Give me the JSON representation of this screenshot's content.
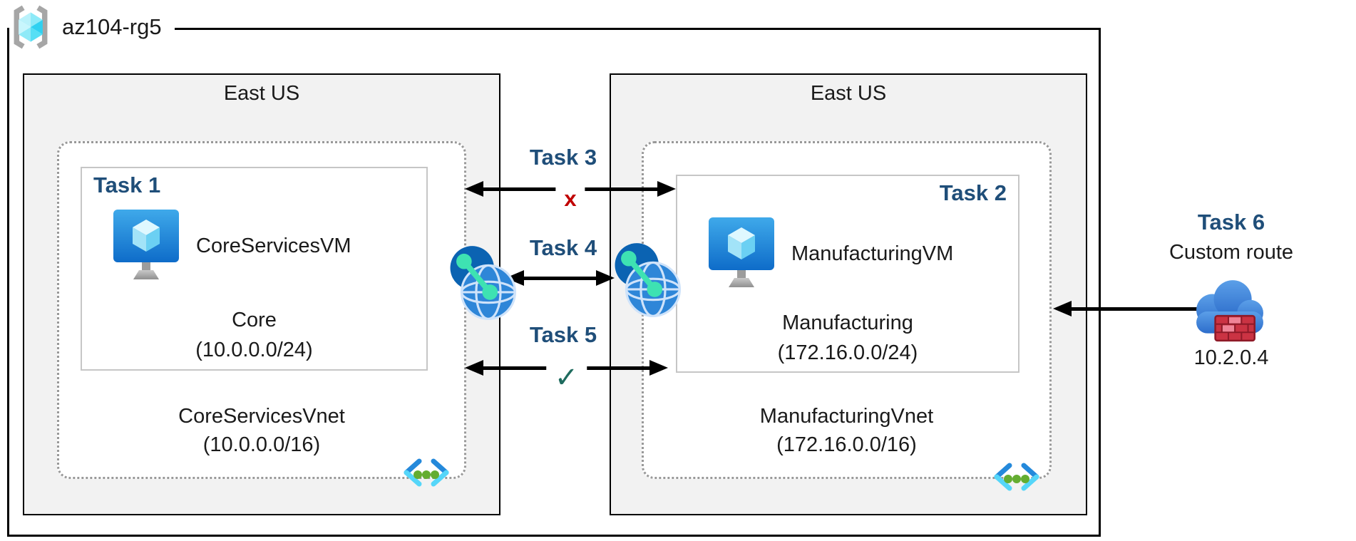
{
  "resource_group": {
    "label": "az104-rg5"
  },
  "left_region": {
    "title": "East US",
    "subnet_box": {
      "task_label": "Task 1",
      "vm_name": "CoreServicesVM",
      "subnet_name": "Core",
      "subnet_cidr": "(10.0.0.0/24)"
    },
    "vnet_name": "CoreServicesVnet",
    "vnet_cidr": "(10.0.0.0/16)"
  },
  "right_region": {
    "title": "East US",
    "subnet_box": {
      "task_label": "Task 2",
      "vm_name": "ManufacturingVM",
      "subnet_name": "Manufacturing",
      "subnet_cidr": "(172.16.0.0/24)"
    },
    "vnet_name": "ManufacturingVnet",
    "vnet_cidr": "(172.16.0.0/16)"
  },
  "connections": {
    "task3": {
      "label": "Task 3",
      "symbol": "x"
    },
    "task4": {
      "label": "Task 4"
    },
    "task5": {
      "label": "Task 5",
      "symbol": "✓"
    }
  },
  "custom_route": {
    "label": "Task 6",
    "title": "Custom route",
    "ip": "10.2.0.4"
  },
  "icons": {
    "resource_group": "resource-group-icon",
    "vm": "virtual-machine-icon",
    "vnet": "virtual-network-icon",
    "peering": "network-peering-globe-icon",
    "cloud_firewall": "cloud-firewall-icon"
  },
  "colors": {
    "task_label": "#1f4e79",
    "blocked_x": "#c00000",
    "allowed_check": "#1e6b5e",
    "region_fill": "#f2f2f2",
    "arrow": "#000000"
  }
}
